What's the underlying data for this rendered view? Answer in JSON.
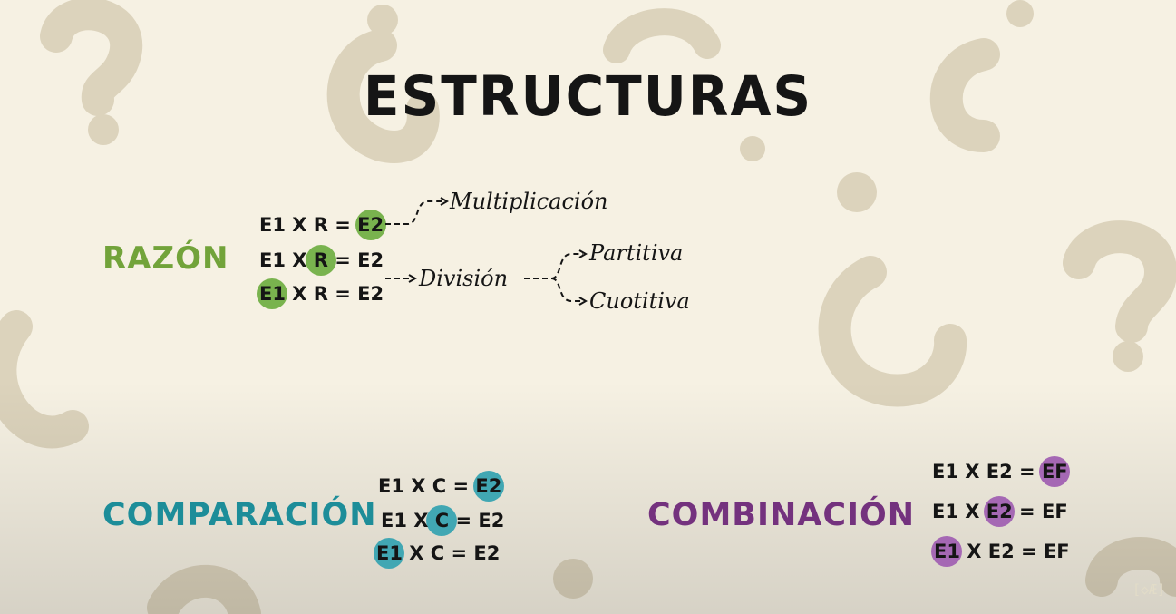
{
  "title": "ESTRUCTURAS",
  "razon": {
    "label": "RAZÓN",
    "eq1": {
      "a": "E1 X R = ",
      "b": "E2",
      "c": ""
    },
    "eq2": {
      "a": "E1 X ",
      "b": "R",
      "c": " = E2"
    },
    "eq3": {
      "a": "",
      "b": "E1",
      "c": " X R = E2"
    },
    "multiplicacion": "Multiplicación",
    "division": "División",
    "partitiva": "Partitiva",
    "cuotitiva": "Cuotitiva"
  },
  "comparacion": {
    "label": "COMPARACIÓN",
    "eq1": {
      "a": "E1 X C = ",
      "b": "E2",
      "c": ""
    },
    "eq2": {
      "a": "E1 X ",
      "b": "C",
      "c": " = E2"
    },
    "eq3": {
      "a": "",
      "b": "E1",
      "c": " X C = E2"
    }
  },
  "combinacion": {
    "label": "COMBINACIÓN",
    "eq1": {
      "a": "E1 X E2 = ",
      "b": "EF",
      "c": ""
    },
    "eq2": {
      "a": "E1 X ",
      "b": "E2",
      "c": " = EF"
    },
    "eq3": {
      "a": "",
      "b": "E1",
      "c": " X E2 = EF"
    }
  },
  "colors": {
    "background": "#f6f1e3",
    "question_marks": "#dcd3bc",
    "razon": "#72a33a",
    "razon_highlight": "#79b34e",
    "comparacion": "#1d8d99",
    "comparacion_highlight": "#41a7b3",
    "combinacion": "#74327e",
    "combinacion_highlight": "#a568b4"
  },
  "decorations": [
    "question-mark-icon",
    "inverted-question-mark-icon"
  ]
}
